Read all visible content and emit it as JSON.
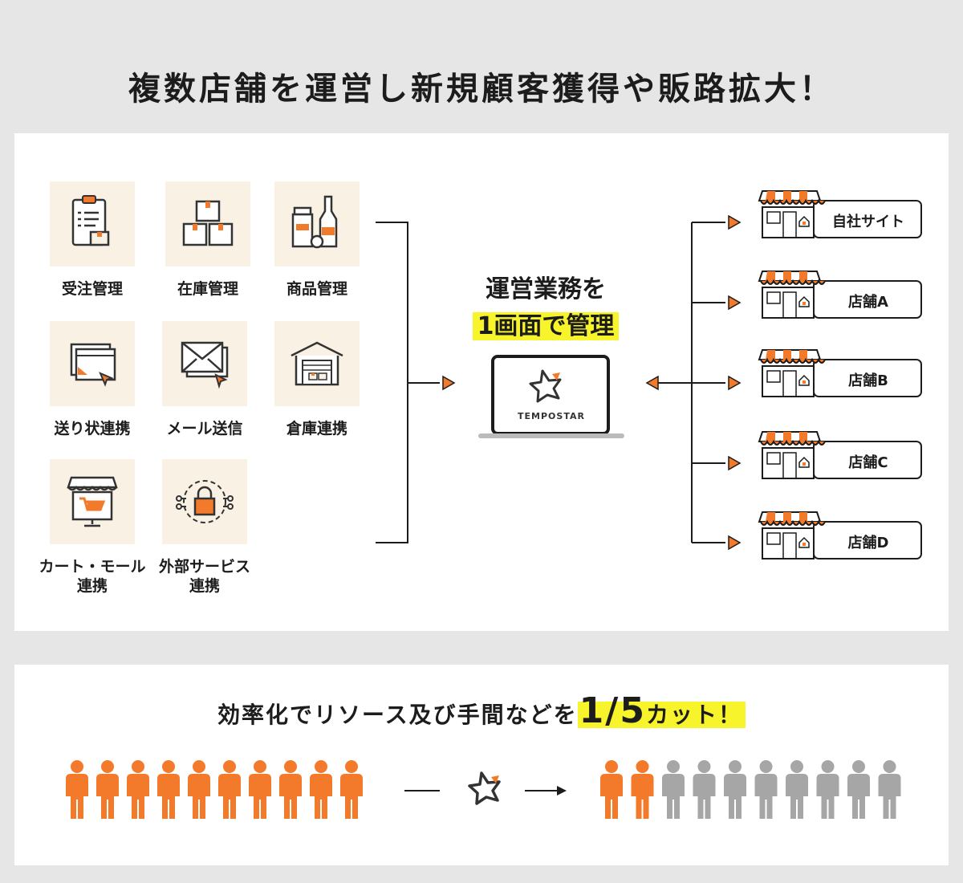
{
  "title": "複数店舗を運営し新規顧客獲得や販路拡大！",
  "features": [
    {
      "label": "受注管理",
      "icon": "order-clipboard-icon"
    },
    {
      "label": "在庫管理",
      "icon": "inventory-boxes-icon"
    },
    {
      "label": "商品管理",
      "icon": "products-bottles-icon"
    },
    {
      "label": "送り状連携",
      "icon": "invoice-window-icon"
    },
    {
      "label": "メール送信",
      "icon": "mail-envelope-icon"
    },
    {
      "label": "倉庫連携",
      "icon": "warehouse-icon"
    },
    {
      "label_line1": "カート・モール",
      "label_line2": "連携",
      "icon": "cart-storefront-icon"
    },
    {
      "label_line1": "外部サービス",
      "label_line2": "連携",
      "icon": "lock-network-icon"
    }
  ],
  "center": {
    "line1": "運営業務を",
    "line2": "1画面で管理",
    "logo": "TEMPOSTAR"
  },
  "stores": [
    "自社サイト",
    "店舗A",
    "店舗B",
    "店舗C",
    "店舗D"
  ],
  "bottom": {
    "prefix": "効率化でリソース及び手間などを",
    "highlight": "1/5",
    "suffix": "カット！",
    "before_count": 10,
    "after_active": 2,
    "after_total": 10
  },
  "colors": {
    "accent": "#f47a2b",
    "gray": "#a6a6a6",
    "highlight": "#f7f42b",
    "tile": "#f8f1e4"
  }
}
